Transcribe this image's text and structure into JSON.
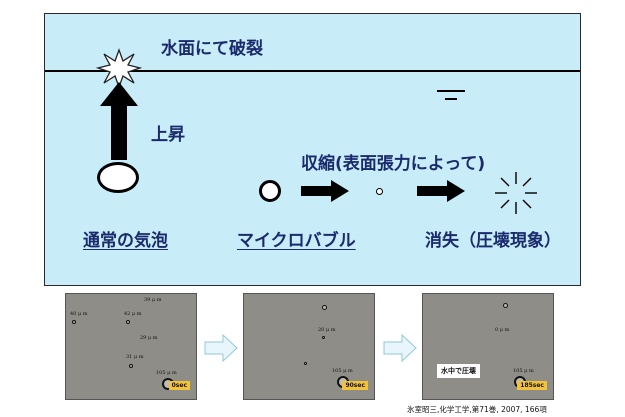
{
  "diagram": {
    "label_surface_burst": "水面にて破裂",
    "label_rise": "上昇",
    "label_shrink": "収縮(表面張力によって)",
    "label_normal_bubble": "通常の気泡",
    "label_microbubble": "マイクロバブル",
    "label_disappear": "消失（圧壊現象）",
    "colors": {
      "water": "#c8ecf8",
      "text": "#1a2a6c"
    }
  },
  "photos": [
    {
      "annotations": [
        "40 μ m",
        "39 μ m",
        "42 μ m",
        "29 μ m",
        "31 μ m",
        "105 μ m"
      ],
      "time": "0sec"
    },
    {
      "annotations": [
        "20 μ m",
        "105 μ m"
      ],
      "time": "90sec"
    },
    {
      "annotations": [
        "0 μ m",
        "105 μ m"
      ],
      "time": "185sec",
      "caption": "水中で圧壊"
    }
  ],
  "citation": "氷室昭三,化学工学,第71巻, 2007, 166項"
}
